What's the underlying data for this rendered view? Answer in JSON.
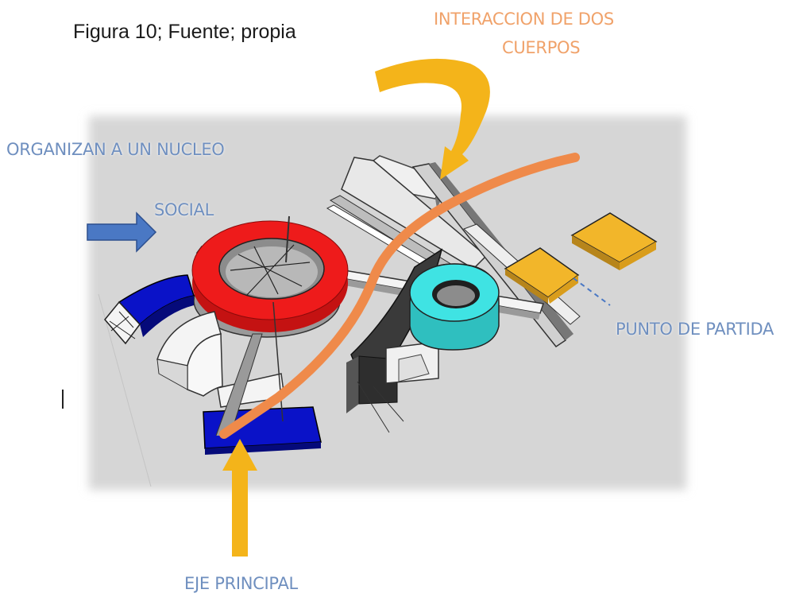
{
  "figure": {
    "caption": "Figura 10; Fuente; propia"
  },
  "labels": {
    "interaccion_line1": "INTERACCION DE DOS",
    "interaccion_line2": "CUERPOS",
    "organizan": "ORGANIZAN A UN NUCLEO",
    "social": "SOCIAL",
    "punto_de_partida": "PUNTO DE PARTIDA",
    "eje_principal": "EJE PRINCIPAL"
  },
  "colors": {
    "background_panel": "#d6d6d6",
    "red_ring": "#ee1b1b",
    "cyan_ring": "#3fe3e3",
    "blue_blocks": "#0a12c8",
    "yellow_blocks": "#f2b62a",
    "orange_curve": "#ef8a4a",
    "yellow_arrow": "#f4b41a",
    "blue_arrow": "#4a78c4",
    "dark_blocks": "#3a3a3a",
    "white_blocks": "#f4f4f4"
  },
  "icons": {
    "interaction_arrow": "curved-arrow-icon",
    "social_arrow": "right-arrow-icon",
    "principal_axis_arrow": "up-arrow-icon",
    "start_point_marker": "dashed-leader-icon"
  }
}
